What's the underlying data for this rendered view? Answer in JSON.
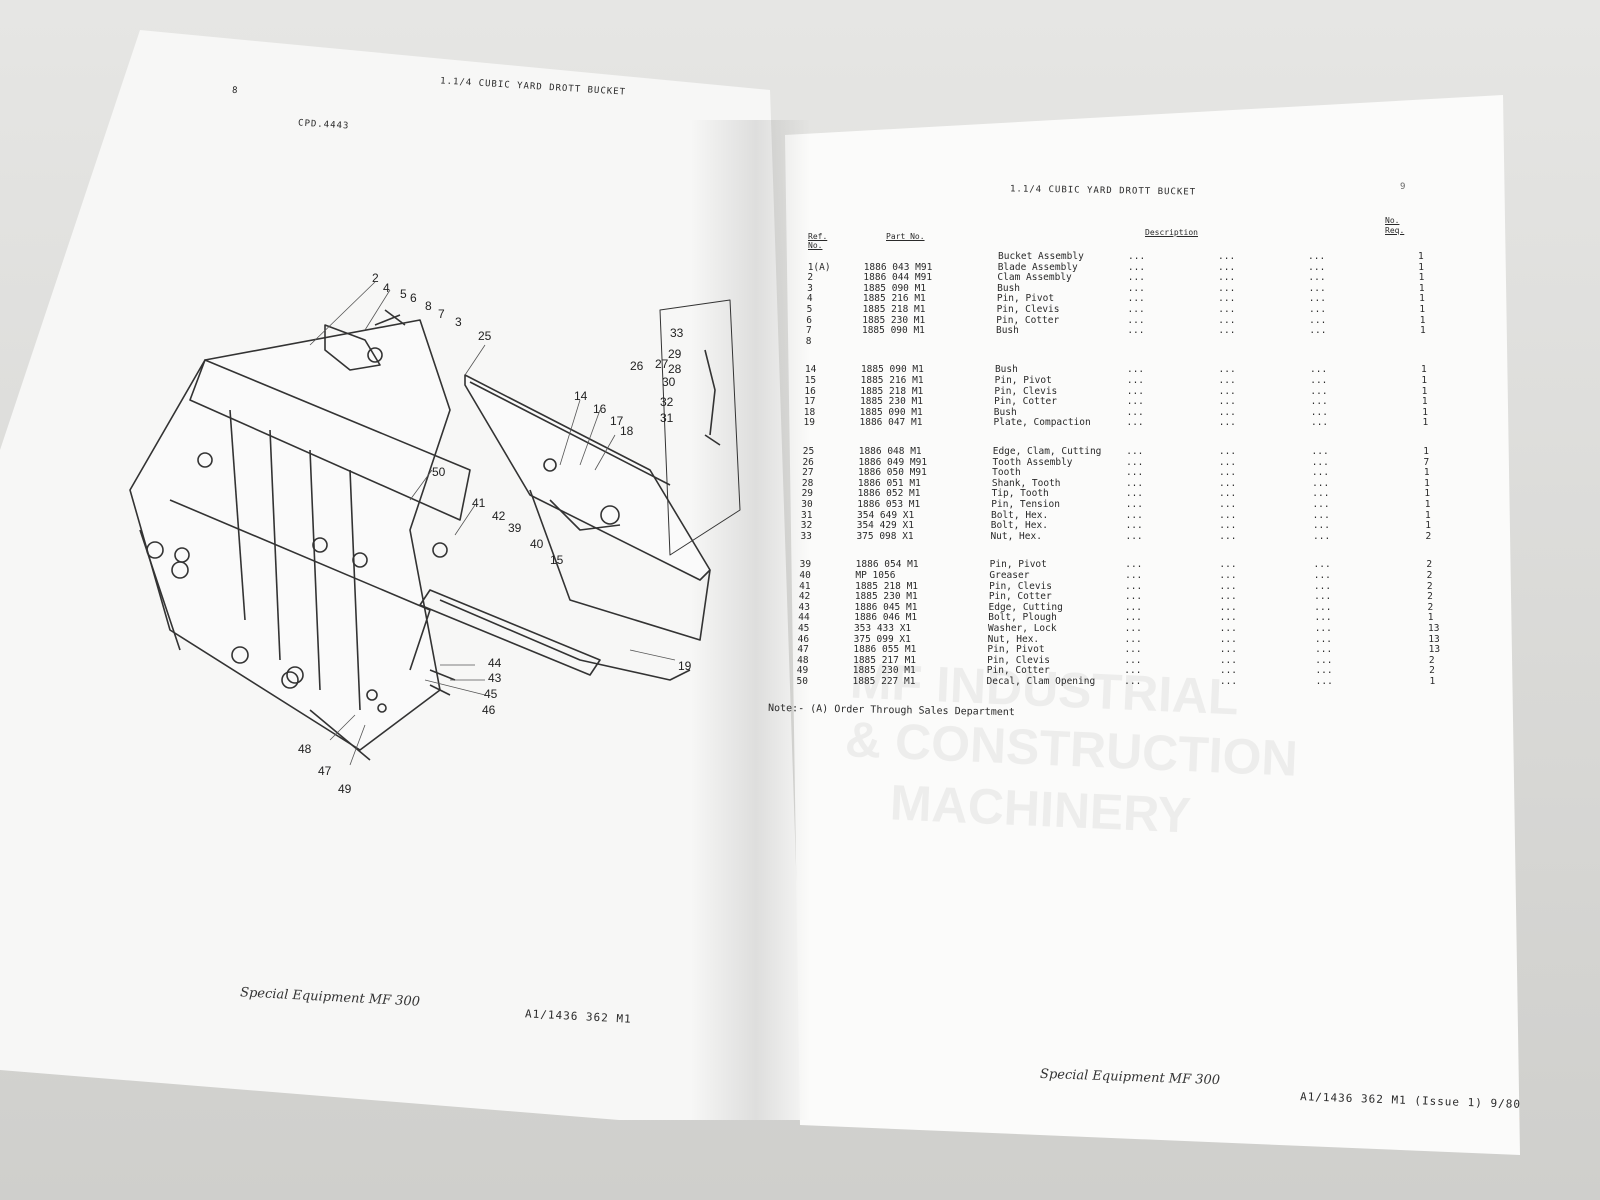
{
  "left_page": {
    "page_number": "8",
    "title": "1.1/4 CUBIC YARD DROTT BUCKET",
    "drawing_ref": "CPD.4443",
    "callouts": [
      "2",
      "4",
      "5",
      "6",
      "8",
      "7",
      "3",
      "25",
      "33",
      "29",
      "26",
      "27",
      "28",
      "30",
      "32",
      "31",
      "14",
      "16",
      "17",
      "18",
      "50",
      "41",
      "42",
      "39",
      "40",
      "15",
      "44",
      "43",
      "45",
      "46",
      "19",
      "48",
      "47",
      "49"
    ],
    "footer_left": "Special Equipment MF 300",
    "footer_right": "A1/1436 362 M1"
  },
  "right_page": {
    "page_number": "9",
    "title": "1.1/4 CUBIC YARD DROTT BUCKET",
    "headers": {
      "ref": "Ref. No.",
      "part": "Part No.",
      "desc": "Description",
      "req": "No. Req."
    },
    "rows": [
      {
        "ref": "",
        "part": "",
        "desc": "Bucket Assembly",
        "qty": "1"
      },
      {
        "ref": "1(A)",
        "part": "1886 043 M91",
        "desc": "Blade Assembly",
        "qty": "1"
      },
      {
        "ref": "2",
        "part": "1886 044 M91",
        "desc": "Clam Assembly",
        "qty": "1"
      },
      {
        "ref": "3",
        "part": "1885 090 M1",
        "desc": "Bush",
        "qty": "1"
      },
      {
        "ref": "4",
        "part": "1885 216 M1",
        "desc": "Pin, Pivot",
        "qty": "1"
      },
      {
        "ref": "5",
        "part": "1885 218 M1",
        "desc": "Pin, Clevis",
        "qty": "1"
      },
      {
        "ref": "6",
        "part": "1885 230 M1",
        "desc": "Pin, Cotter",
        "qty": "1"
      },
      {
        "ref": "7",
        "part": "1885 090 M1",
        "desc": "Bush",
        "qty": "1"
      },
      {
        "ref": "8",
        "part": "",
        "desc": "",
        "qty": ""
      },
      {
        "ref": "14",
        "part": "1885 090 M1",
        "desc": "Bush",
        "qty": "1"
      },
      {
        "ref": "15",
        "part": "1885 216 M1",
        "desc": "Pin, Pivot",
        "qty": "1"
      },
      {
        "ref": "16",
        "part": "1885 218 M1",
        "desc": "Pin, Clevis",
        "qty": "1"
      },
      {
        "ref": "17",
        "part": "1885 230 M1",
        "desc": "Pin, Cotter",
        "qty": "1"
      },
      {
        "ref": "18",
        "part": "1885 090 M1",
        "desc": "Bush",
        "qty": "1"
      },
      {
        "ref": "19",
        "part": "1886 047 M1",
        "desc": "Plate, Compaction",
        "qty": "1"
      },
      {
        "ref": "25",
        "part": "1886 048 M1",
        "desc": "Edge, Clam, Cutting",
        "qty": "1"
      },
      {
        "ref": "26",
        "part": "1886 049 M91",
        "desc": "Tooth Assembly",
        "qty": "7"
      },
      {
        "ref": "27",
        "part": "1886 050 M91",
        "desc": "Tooth",
        "qty": "1"
      },
      {
        "ref": "28",
        "part": "1886 051 M1",
        "desc": "Shank, Tooth",
        "qty": "1"
      },
      {
        "ref": "29",
        "part": "1886 052 M1",
        "desc": "Tip, Tooth",
        "qty": "1"
      },
      {
        "ref": "30",
        "part": "1886 053 M1",
        "desc": "Pin, Tension",
        "qty": "1"
      },
      {
        "ref": "31",
        "part": "354 649 X1",
        "desc": "Bolt, Hex.",
        "qty": "1"
      },
      {
        "ref": "32",
        "part": "354 429 X1",
        "desc": "Bolt, Hex.",
        "qty": "1"
      },
      {
        "ref": "33",
        "part": "375 098 X1",
        "desc": "Nut, Hex.",
        "qty": "2"
      },
      {
        "ref": "39",
        "part": "1886 054 M1",
        "desc": "Pin, Pivot",
        "qty": "2"
      },
      {
        "ref": "40",
        "part": "MP 1056",
        "desc": "Greaser",
        "qty": "2"
      },
      {
        "ref": "41",
        "part": "1885 218 M1",
        "desc": "Pin, Clevis",
        "qty": "2"
      },
      {
        "ref": "42",
        "part": "1885 230 M1",
        "desc": "Pin, Cotter",
        "qty": "2"
      },
      {
        "ref": "43",
        "part": "1886 045 M1",
        "desc": "Edge, Cutting",
        "qty": "2"
      },
      {
        "ref": "44",
        "part": "1886 046 M1",
        "desc": "Bolt, Plough",
        "qty": "1"
      },
      {
        "ref": "45",
        "part": "353 433 X1",
        "desc": "Washer, Lock",
        "qty": "13"
      },
      {
        "ref": "46",
        "part": "375 099 X1",
        "desc": "Nut, Hex.",
        "qty": "13"
      },
      {
        "ref": "47",
        "part": "1886 055 M1",
        "desc": "Pin, Pivot",
        "qty": "13"
      },
      {
        "ref": "48",
        "part": "1885 217 M1",
        "desc": "Pin, Clevis",
        "qty": "2"
      },
      {
        "ref": "49",
        "part": "1885 230 M1",
        "desc": "Pin, Cotter",
        "qty": "2"
      },
      {
        "ref": "50",
        "part": "1885 227 M1",
        "desc": "Decal, Clam Opening",
        "qty": "1"
      }
    ],
    "dots": "...",
    "note": "Note:- (A)  Order Through Sales Department",
    "watermark_lines": [
      "MF INDUSTRIAL",
      "& CONSTRUCTION",
      "MACHINERY"
    ],
    "footer_left": "Special Equipment MF 300",
    "footer_right": "A1/1436 362 M1 (Issue 1) 9/80"
  }
}
